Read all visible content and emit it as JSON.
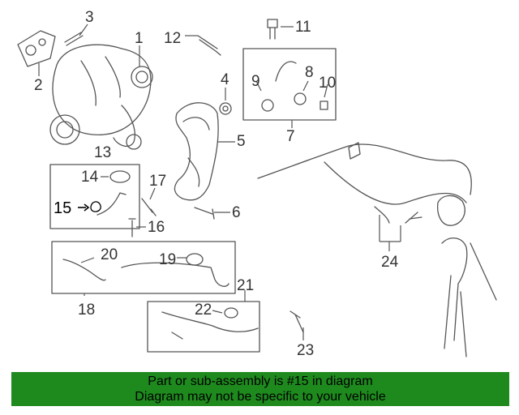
{
  "callouts": {
    "c1": "1",
    "c2": "2",
    "c3": "3",
    "c4": "4",
    "c5": "5",
    "c6": "6",
    "c7": "7",
    "c8": "8",
    "c9": "9",
    "c10": "10",
    "c11": "11",
    "c12": "12",
    "c13": "13",
    "c14": "14",
    "c15": "15",
    "c16": "16",
    "c17": "17",
    "c18": "18",
    "c19": "19",
    "c20": "20",
    "c21": "21",
    "c22": "22",
    "c23": "23",
    "c24": "24"
  },
  "banner": {
    "line1": "Part or sub-assembly is #15 in diagram",
    "line2": "Diagram may not be specific to your vehicle"
  },
  "colors": {
    "banner_bg": "#1e8a1e",
    "line_art": "#555555"
  }
}
